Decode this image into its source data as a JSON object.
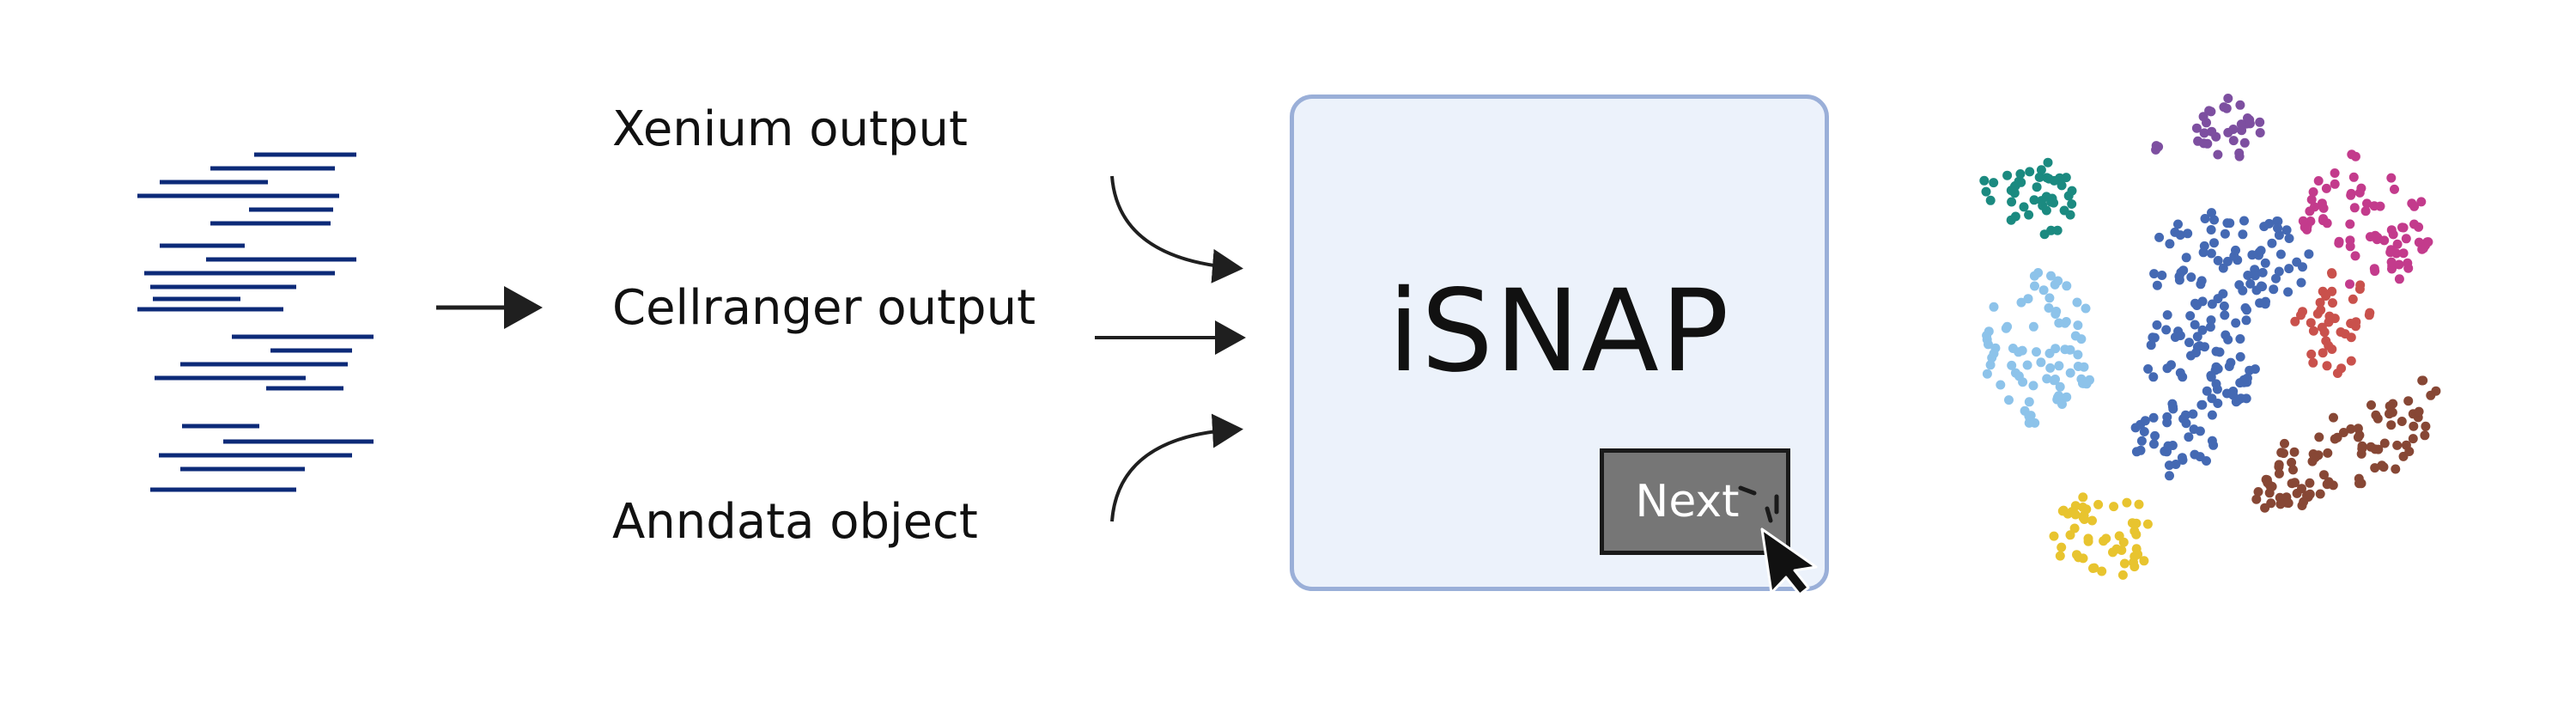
{
  "inputs": {
    "xenium": "Xenium output",
    "cellranger": "Cellranger output",
    "anndata": "Anndata object"
  },
  "app": {
    "title": "iSNAP",
    "next_label": "Next"
  },
  "colors": {
    "reads": "#0c2a78",
    "arrow": "#1f1f1f",
    "panel_bg": "#ecf2fb",
    "panel_border": "#9aafd8",
    "button": "#767676",
    "cluster_teal": "#1b8a80",
    "cluster_purple": "#7d4fa0",
    "cluster_blue": "#4469b3",
    "cluster_magenta": "#c33b8c",
    "cluster_light_blue": "#8dc3ea",
    "cluster_red": "#c9514c",
    "cluster_brown": "#874735",
    "cluster_yellow": "#e8c42f"
  },
  "icons": [
    "sequencing-reads-icon",
    "cursor-icon",
    "click-burst-icon",
    "cell-cluster-scatter-icon"
  ]
}
